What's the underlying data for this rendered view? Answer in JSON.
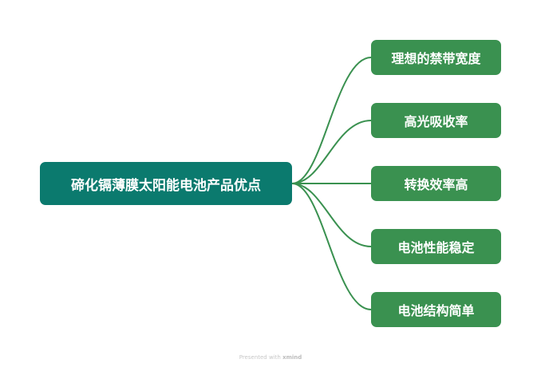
{
  "mindmap": {
    "root": {
      "label": "碲化镉薄膜太阳能电池产品优点"
    },
    "branches": [
      {
        "label": "理想的禁带宽度"
      },
      {
        "label": "高光吸收率"
      },
      {
        "label": "转换效率高"
      },
      {
        "label": "电池性能稳定"
      },
      {
        "label": "电池结构简单"
      }
    ]
  },
  "footer": {
    "prefix": "Presented with",
    "brand": "xmind"
  },
  "colors": {
    "root_fill": "#0b7a6e",
    "branch_fill": "#3a9150",
    "connector": "#3a9150"
  }
}
